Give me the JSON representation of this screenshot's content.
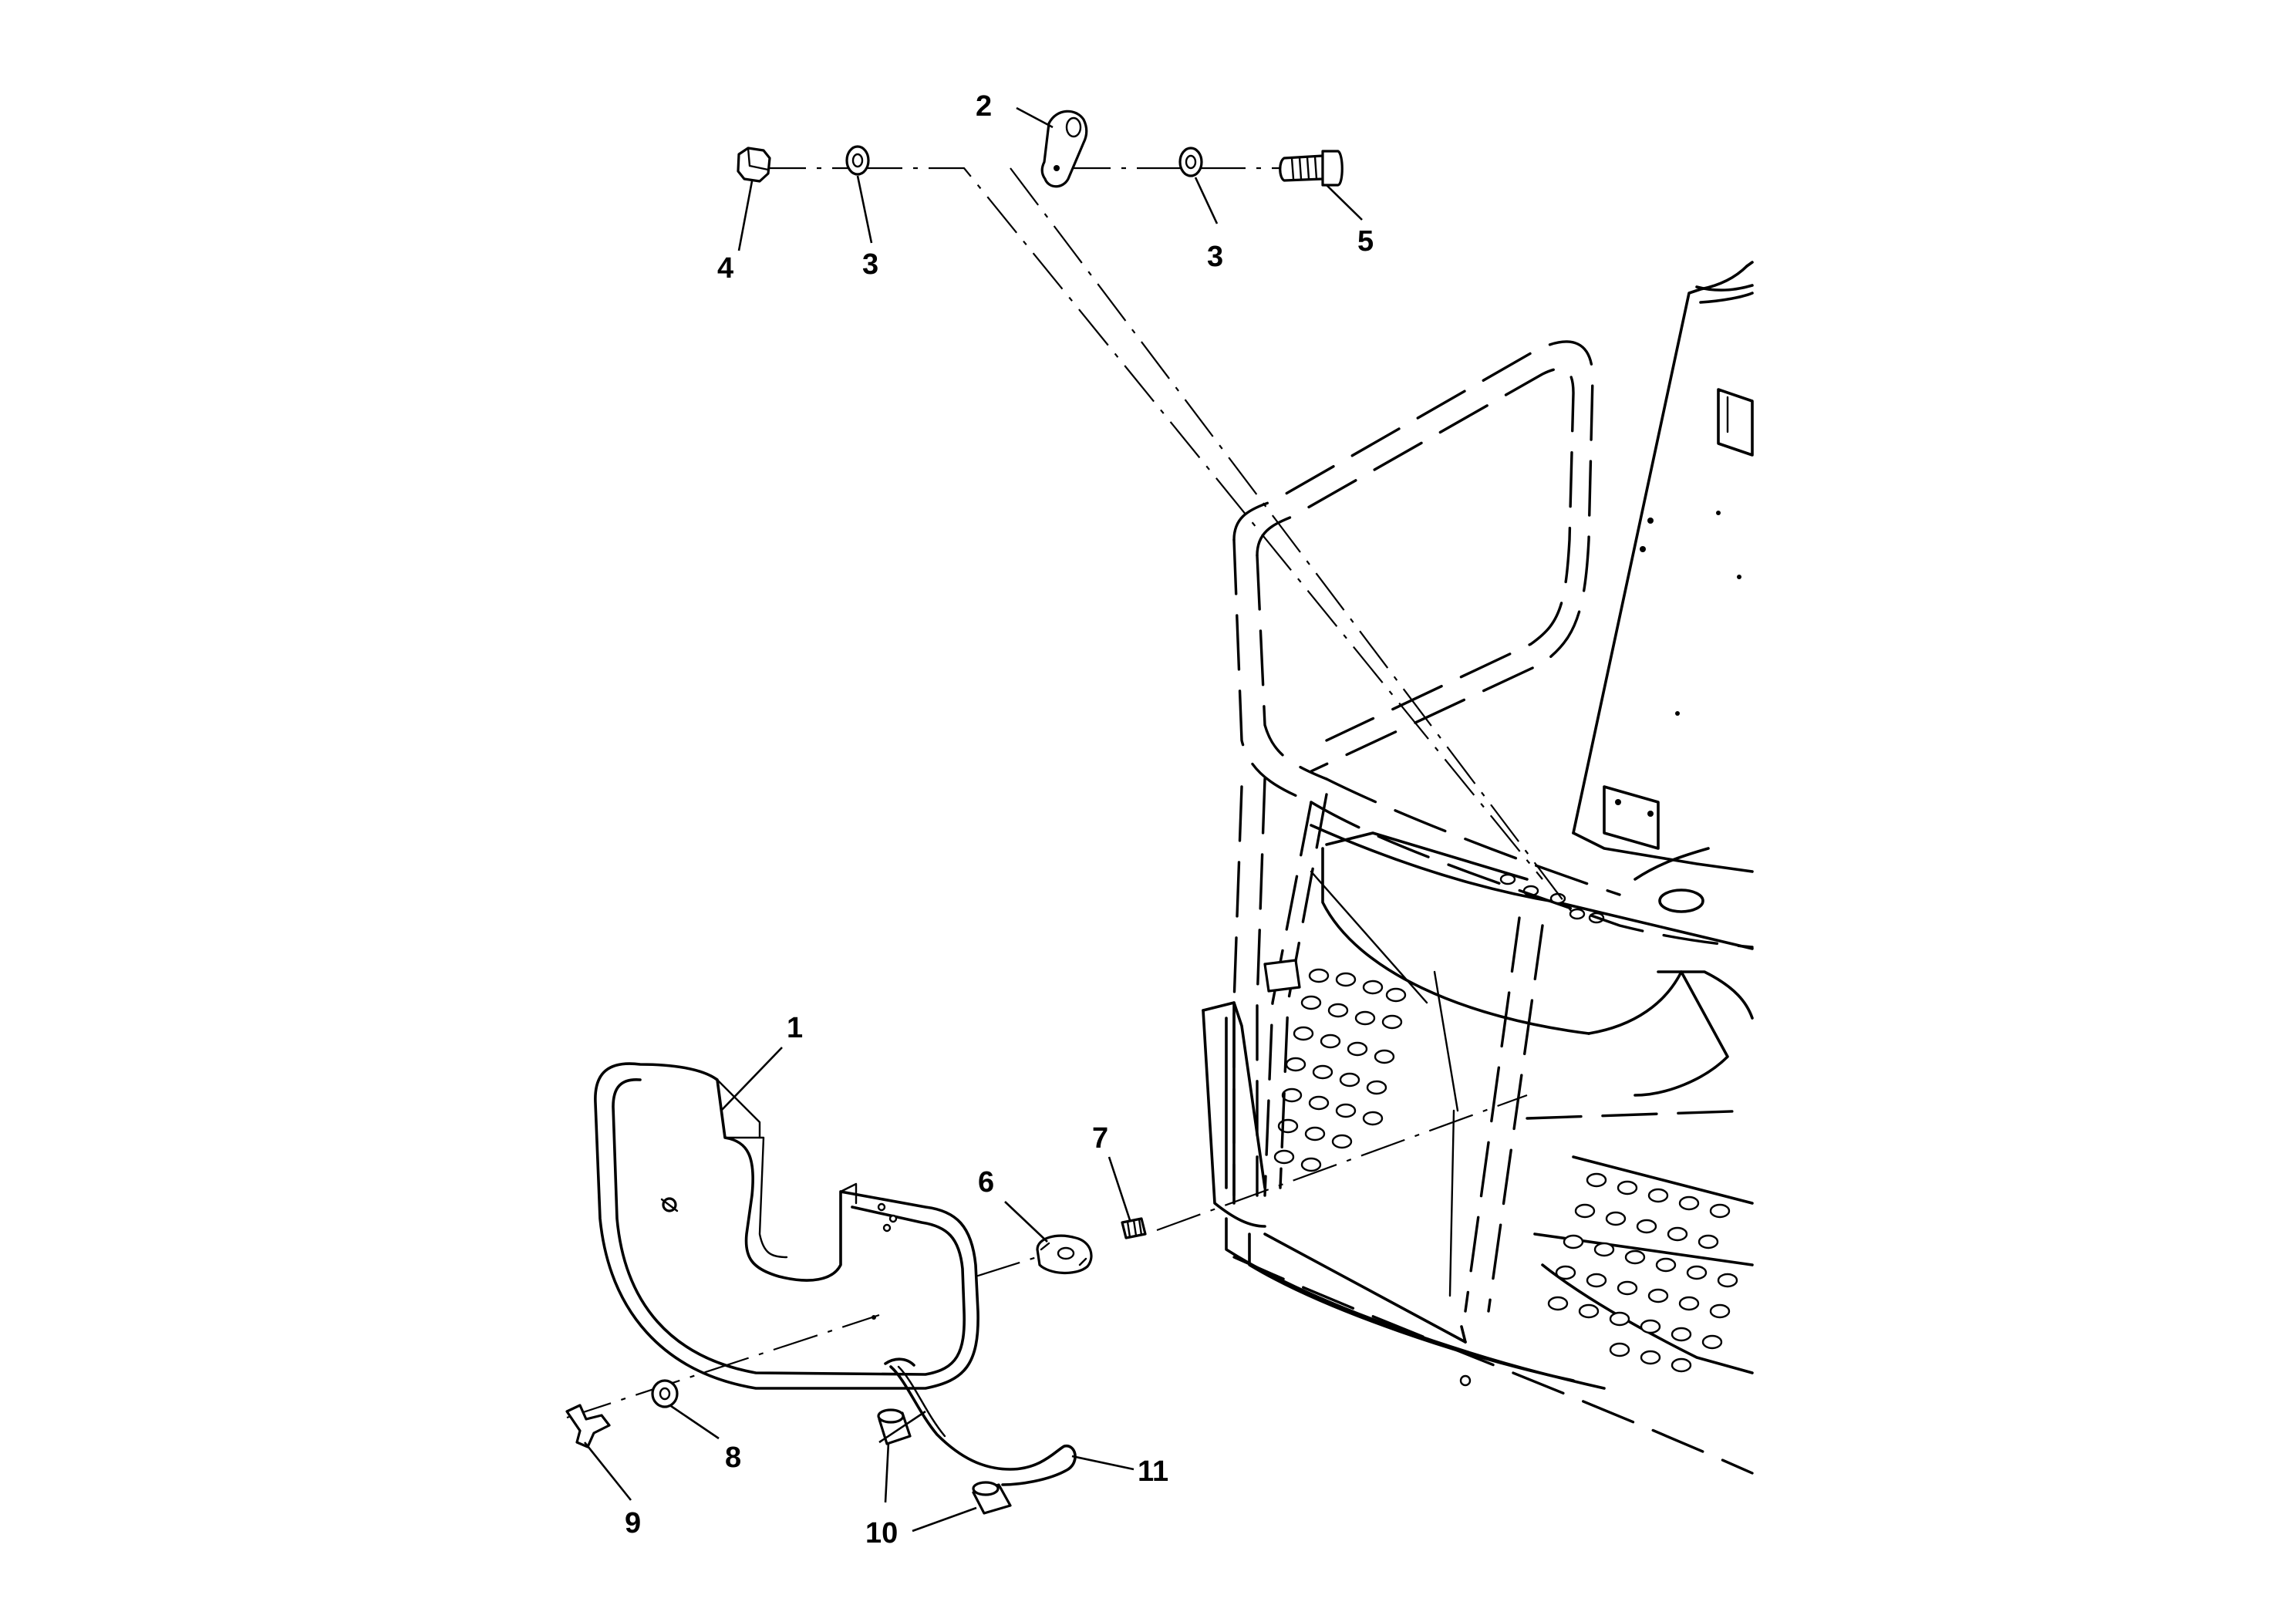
{
  "callouts": [
    {
      "id": "1",
      "text": "1"
    },
    {
      "id": "2",
      "text": "2"
    },
    {
      "id": "3a",
      "text": "3"
    },
    {
      "id": "3b",
      "text": "3"
    },
    {
      "id": "4",
      "text": "4"
    },
    {
      "id": "5",
      "text": "5"
    },
    {
      "id": "6",
      "text": "6"
    },
    {
      "id": "7",
      "text": "7"
    },
    {
      "id": "8",
      "text": "8"
    },
    {
      "id": "9",
      "text": "9"
    },
    {
      "id": "10",
      "text": "10"
    },
    {
      "id": "11",
      "text": "11"
    }
  ]
}
